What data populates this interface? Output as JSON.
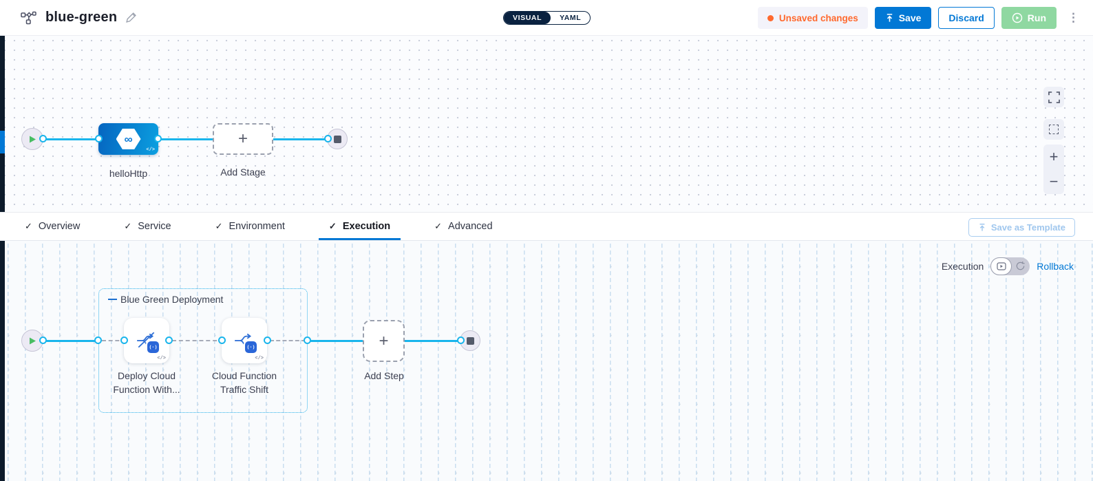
{
  "app": {
    "title": "blue-green"
  },
  "header": {
    "mode_toggle": {
      "visual": "VISUAL",
      "yaml": "YAML",
      "selected": "VISUAL"
    },
    "unsaved_badge": "Unsaved changes",
    "save_label": "Save",
    "discard_label": "Discard",
    "run_label": "Run"
  },
  "tabs": {
    "active": "Execution",
    "items": [
      {
        "label": "Overview"
      },
      {
        "label": "Service"
      },
      {
        "label": "Environment"
      },
      {
        "label": "Execution"
      },
      {
        "label": "Advanced"
      }
    ]
  },
  "save_as_template": {
    "label": "Save as Template"
  },
  "stage_canvas": {
    "stage_name": "helloHttp",
    "add_stage_label": "Add Stage"
  },
  "execution_canvas": {
    "mode_label": "Execution",
    "rollback_label": "Rollback",
    "group_label": "Blue Green Deployment",
    "steps": [
      {
        "name": "Deploy Cloud Function With..."
      },
      {
        "name": "Cloud Function Traffic Shift"
      }
    ],
    "add_step_label": "Add Step"
  },
  "icons": {
    "check": "✓",
    "plus": "+",
    "minus": "−",
    "kebab": "⋮",
    "code": "</>",
    "infinity": "∞",
    "badge": "(-)"
  },
  "colors": {
    "accent_blue": "#0278d5",
    "connector_cyan": "#19b5ec",
    "unsaved_orange": "#ff692e",
    "run_green_disabled": "#8fd8a1",
    "toggle_navy": "#0a2240",
    "stage_gradient_start": "#0565c0",
    "stage_gradient_end": "#0b9fe0"
  }
}
